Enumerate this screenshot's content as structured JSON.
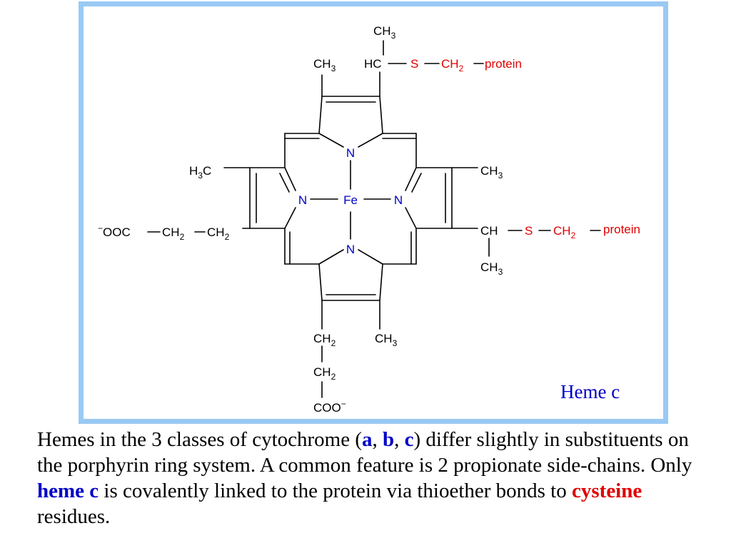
{
  "colors": {
    "frame": "#99c9f4",
    "nitrogen_iron": "#0000c8",
    "protein_link": "#e00000",
    "bond": "#000000"
  },
  "diagram": {
    "caption": "Heme c",
    "atoms": {
      "fe": "Fe",
      "n": "N",
      "s": "S",
      "top_ch3": {
        "main": "CH",
        "sub": "3"
      },
      "top_hc": "HC",
      "top_ch2": {
        "main": "CH",
        "sub": "2"
      },
      "top_protein": "protein",
      "top_left_ch3": {
        "main": "CH",
        "sub": "3"
      },
      "left_h3c": {
        "pre": "H",
        "sub": "3",
        "post": "C"
      },
      "right_ch3": {
        "main": "CH",
        "sub": "3"
      },
      "left_chain": {
        "ooc": "OOC",
        "charge": "−",
        "ch2_a": {
          "main": "CH",
          "sub": "2"
        },
        "ch2_b": {
          "main": "CH",
          "sub": "2"
        }
      },
      "right_ch": "CH",
      "right_ch2": {
        "main": "CH",
        "sub": "2"
      },
      "right_protein": "protein",
      "right_ch3_below": {
        "main": "CH",
        "sub": "3"
      },
      "bottom_ch2_a": {
        "main": "CH",
        "sub": "2"
      },
      "bottom_ch3": {
        "main": "CH",
        "sub": "3"
      },
      "bottom_ch2_b": {
        "main": "CH",
        "sub": "2"
      },
      "bottom_coo": {
        "main": "COO",
        "charge": "−"
      }
    }
  },
  "description": {
    "p1": "Hemes in the 3 classes of cytochrome (",
    "a": "a",
    "c1": ", ",
    "b": "b",
    "c2": ", ",
    "c": "c",
    "p2": ") differ slightly in substituents on the porphyrin ring system. A common feature is 2 propionate side-chains. Only ",
    "heme_c": "heme c",
    "p3": " is covalently linked to the protein via thioether bonds to ",
    "cysteine": "cysteine",
    "p4": " residues."
  }
}
